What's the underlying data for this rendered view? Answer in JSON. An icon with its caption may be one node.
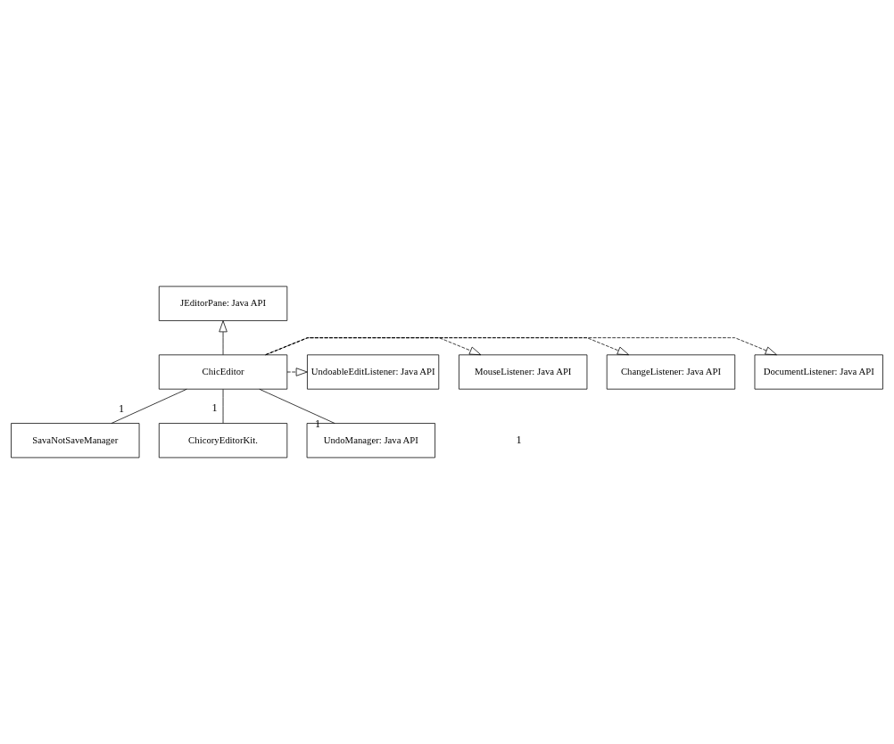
{
  "diagram": {
    "nodes": [
      {
        "text": [
          "JEditorPane: Java API"
        ]
      },
      {
        "text": [
          "ChicEditor"
        ]
      },
      {
        "text": [
          "DocumentListener: Java API"
        ]
      },
      {
        "text": [
          "ChangeListener: Java API"
        ]
      },
      {
        "text": [
          "MouseListener: Java API"
        ]
      },
      {
        "text": [
          "UndoableEditListener: Java API"
        ]
      },
      {
        "text": [
          "SavaNotSaveManager"
        ]
      },
      {
        "text": [
          "ChicoryEditorKit."
        ]
      },
      {
        "text": [
          "UndoManager: Java API"
        ]
      }
    ],
    "edges": [
      {
        "from": 1,
        "to": 0,
        "arrow": "to"
      },
      {
        "from": 1,
        "to": 2,
        "arrow": "to",
        "style": "dashed"
      },
      {
        "from": 1,
        "to": 3,
        "arrow": "to",
        "style": "dashed"
      },
      {
        "from": 1,
        "to": 4,
        "arrow": "to",
        "style": "dashed"
      },
      {
        "from": 1,
        "to": 5,
        "arrow": "to",
        "style": "dashed"
      },
      {
        "from": 1,
        "to": 6,
        "arrow": "none",
        "label": "1"
      },
      {
        "from": 1,
        "to": 7,
        "arrow": "none",
        "label": "1"
      },
      {
        "from": 1,
        "to": 8,
        "arrow": "none",
        "label": "1"
      }
    ],
    "labels": [
      "1"
    ]
  }
}
